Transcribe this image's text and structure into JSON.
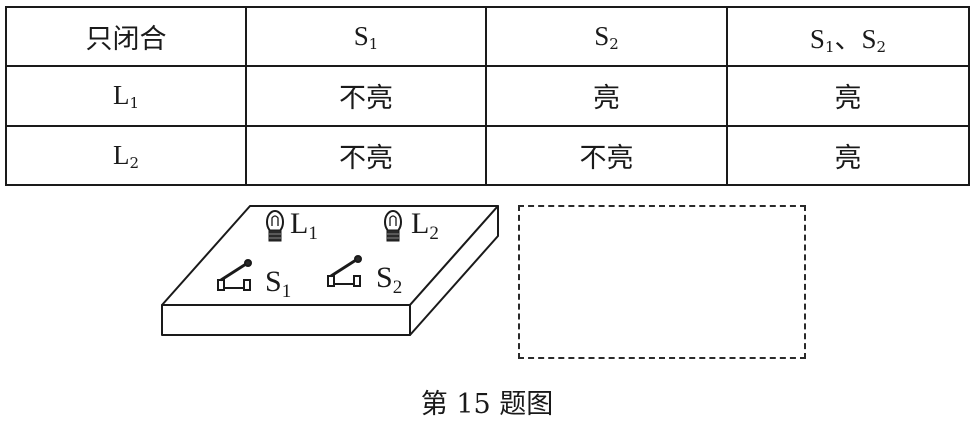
{
  "table": {
    "header": {
      "label": "只闭合",
      "col1": {
        "main": "S",
        "sub": "1"
      },
      "col2": {
        "main": "S",
        "sub": "2"
      },
      "col3": {
        "a_main": "S",
        "a_sub": "1",
        "sep": "、",
        "b_main": "S",
        "b_sub": "2"
      }
    },
    "rows": [
      {
        "lamp_main": "L",
        "lamp_sub": "1",
        "v1": "不亮",
        "v2": "亮",
        "v3": "亮"
      },
      {
        "lamp_main": "L",
        "lamp_sub": "2",
        "v1": "不亮",
        "v2": "不亮",
        "v3": "亮"
      }
    ]
  },
  "figure": {
    "lamp1": {
      "main": "L",
      "sub": "1"
    },
    "lamp2": {
      "main": "L",
      "sub": "2"
    },
    "switch1": {
      "main": "S",
      "sub": "1"
    },
    "switch2": {
      "main": "S",
      "sub": "2"
    },
    "caption": "第 15 题图"
  }
}
